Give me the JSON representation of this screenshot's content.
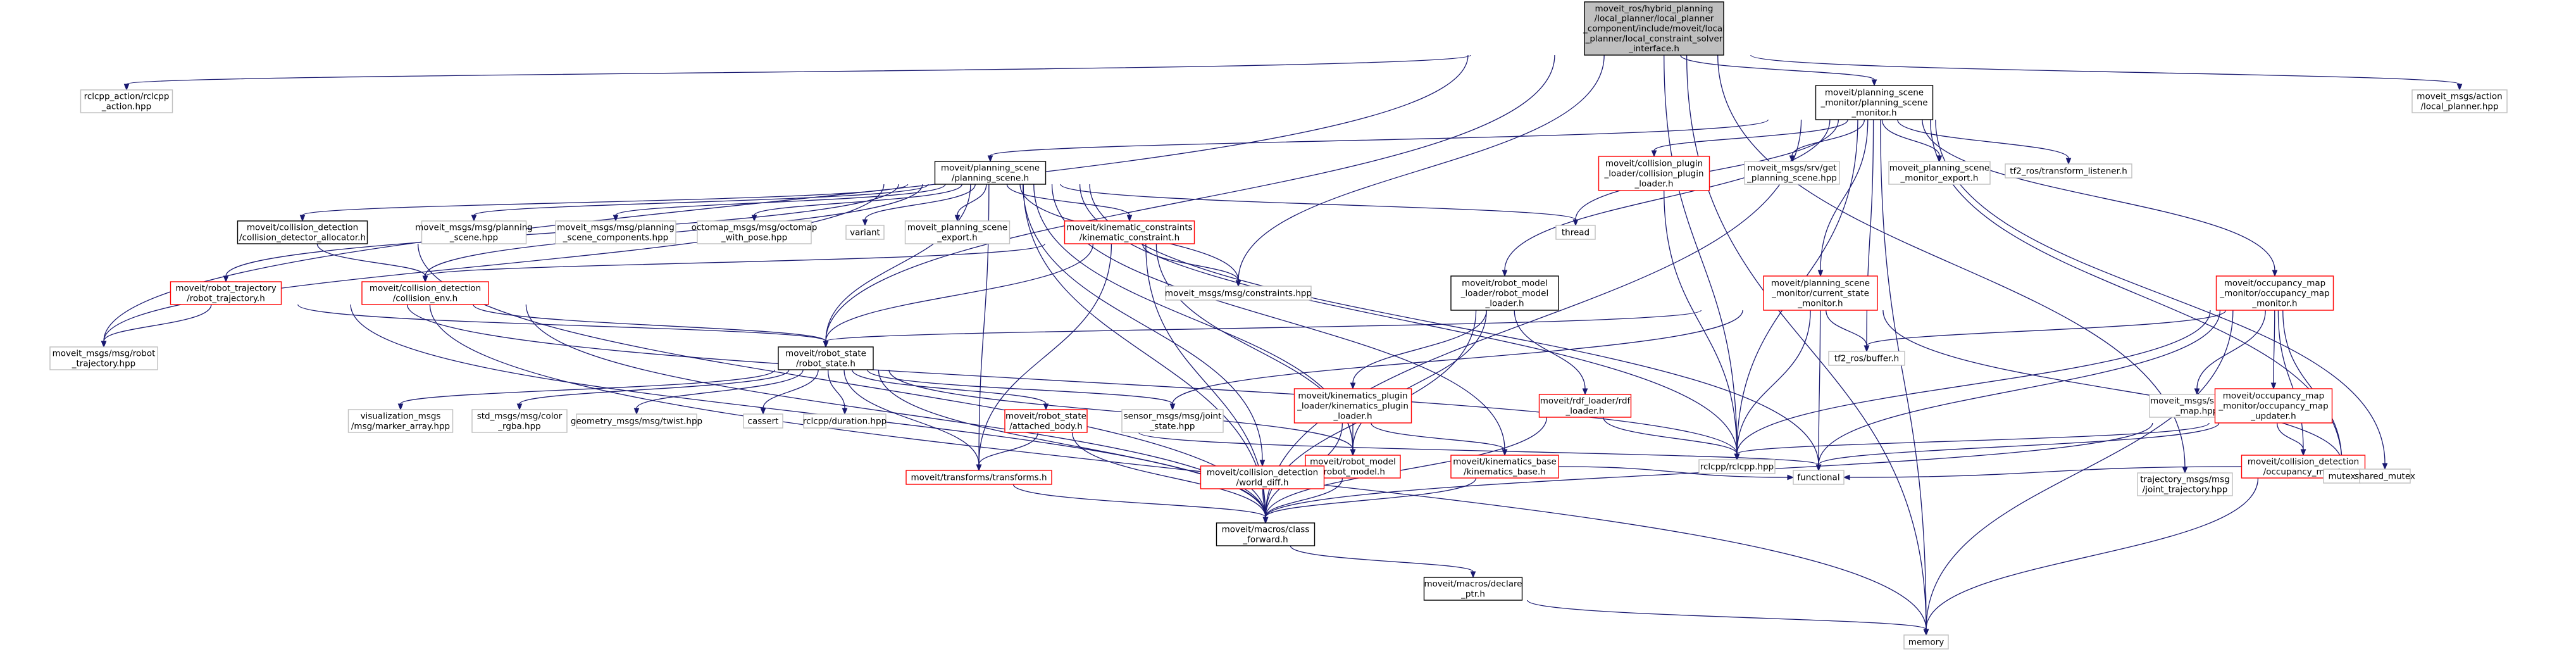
{
  "colors": {
    "background": "#ffffff",
    "edge": "#191970",
    "root_fill": "#bfbfbf",
    "root_border": "#000000",
    "documented_border": "#000000",
    "has_graph_border": "#ff0000",
    "external_border": "#bfbfbf",
    "text": "#000000"
  },
  "nodes": [
    {
      "id": "root",
      "kind": "root",
      "lines": [
        "moveit_ros/hybrid_planning",
        "/local_planner/local_planner",
        "_component/include/moveit/local",
        "_planner/local_constraint_solver",
        "_interface.h"
      ]
    },
    {
      "id": "rclcpp_action",
      "kind": "external",
      "lines": [
        "rclcpp_action/rclcpp",
        "_action.hpp"
      ]
    },
    {
      "id": "psm",
      "kind": "documented",
      "lines": [
        "moveit/planning_scene",
        "_monitor/planning_scene",
        "_monitor.h"
      ]
    },
    {
      "id": "ml_action",
      "kind": "external",
      "lines": [
        "moveit_msgs/action",
        "/local_planner.hpp"
      ]
    },
    {
      "id": "ps",
      "kind": "documented",
      "lines": [
        "moveit/planning_scene",
        "/planning_scene.h"
      ]
    },
    {
      "id": "cpl",
      "kind": "has_graph",
      "lines": [
        "moveit/collision_plugin",
        "_loader/collision_plugin",
        "_loader.h"
      ]
    },
    {
      "id": "srv_gps",
      "kind": "external",
      "lines": [
        "moveit_msgs/srv/get",
        "_planning_scene.hpp"
      ]
    },
    {
      "id": "psm_export",
      "kind": "external",
      "lines": [
        "moveit_planning_scene",
        "_monitor_export.h"
      ]
    },
    {
      "id": "tf2_listener",
      "kind": "external",
      "lines": [
        "tf2_ros/transform_listener.h"
      ]
    },
    {
      "id": "cda",
      "kind": "documented",
      "lines": [
        "moveit/collision_detection",
        "/collision_detector_allocator.h"
      ]
    },
    {
      "id": "msg_ps",
      "kind": "external",
      "lines": [
        "moveit_msgs/msg/planning",
        "_scene.hpp"
      ]
    },
    {
      "id": "msg_psc",
      "kind": "external",
      "lines": [
        "moveit_msgs/msg/planning",
        "_scene_components.hpp"
      ]
    },
    {
      "id": "octomap",
      "kind": "external",
      "lines": [
        "octomap_msgs/msg/octomap",
        "_with_pose.hpp"
      ]
    },
    {
      "id": "variant",
      "kind": "external",
      "lines": [
        "variant"
      ]
    },
    {
      "id": "ps_export",
      "kind": "external",
      "lines": [
        "moveit_planning_scene",
        "_export.h"
      ]
    },
    {
      "id": "kc",
      "kind": "has_graph",
      "lines": [
        "moveit/kinematic_constraints",
        "/kinematic_constraint.h"
      ]
    },
    {
      "id": "thread",
      "kind": "external",
      "lines": [
        "thread"
      ]
    },
    {
      "id": "rt",
      "kind": "has_graph",
      "lines": [
        "moveit/robot_trajectory",
        "/robot_trajectory.h"
      ]
    },
    {
      "id": "ce",
      "kind": "has_graph",
      "lines": [
        "moveit/collision_detection",
        "/collision_env.h"
      ]
    },
    {
      "id": "constraints",
      "kind": "external",
      "lines": [
        "moveit_msgs/msg/constraints.hpp"
      ]
    },
    {
      "id": "rml",
      "kind": "documented",
      "lines": [
        "moveit/robot_model",
        "_loader/robot_model",
        "_loader.h"
      ]
    },
    {
      "id": "css",
      "kind": "has_graph",
      "lines": [
        "moveit/planning_scene",
        "_monitor/current_state",
        "_monitor.h"
      ]
    },
    {
      "id": "om",
      "kind": "has_graph",
      "lines": [
        "moveit/occupancy_map",
        "_monitor/occupancy_map",
        "_monitor.h"
      ]
    },
    {
      "id": "msg_rt",
      "kind": "external",
      "lines": [
        "moveit_msgs/msg/robot",
        "_trajectory.hpp"
      ]
    },
    {
      "id": "rs",
      "kind": "documented",
      "lines": [
        "moveit/robot_state",
        "/robot_state.h"
      ]
    },
    {
      "id": "kpl",
      "kind": "has_graph",
      "lines": [
        "moveit/kinematics_plugin",
        "_loader/kinematics_plugin",
        "_loader.h"
      ]
    },
    {
      "id": "rdf",
      "kind": "has_graph",
      "lines": [
        "moveit/rdf_loader/rdf",
        "_loader.h"
      ]
    },
    {
      "id": "tf2_buffer",
      "kind": "external",
      "lines": [
        "tf2_ros/buffer.h"
      ]
    },
    {
      "id": "srv_load",
      "kind": "external",
      "lines": [
        "moveit_msgs/srv/load",
        "_map.hpp"
      ]
    },
    {
      "id": "omu",
      "kind": "has_graph",
      "lines": [
        "moveit/occupancy_map",
        "_monitor/occupancy_map",
        "_updater.h"
      ]
    },
    {
      "id": "marker",
      "kind": "external",
      "lines": [
        "visualization_msgs",
        "/msg/marker_array.hpp"
      ]
    },
    {
      "id": "color",
      "kind": "external",
      "lines": [
        "std_msgs/msg/color",
        "_rgba.hpp"
      ]
    },
    {
      "id": "twist",
      "kind": "external",
      "lines": [
        "geometry_msgs/msg/twist.hpp"
      ]
    },
    {
      "id": "cassert",
      "kind": "external",
      "lines": [
        "cassert"
      ]
    },
    {
      "id": "duration",
      "kind": "external",
      "lines": [
        "rclcpp/duration.hpp"
      ]
    },
    {
      "id": "rsab",
      "kind": "has_graph",
      "lines": [
        "moveit/robot_state",
        "/attached_body.h"
      ]
    },
    {
      "id": "joint_state",
      "kind": "external",
      "lines": [
        "sensor_msgs/msg/joint",
        "_state.hpp"
      ]
    },
    {
      "id": "rm",
      "kind": "has_graph",
      "lines": [
        "moveit/robot_model",
        "/robot_model.h"
      ]
    },
    {
      "id": "kb",
      "kind": "has_graph",
      "lines": [
        "moveit/kinematics_base",
        "/kinematics_base.h"
      ]
    },
    {
      "id": "rclcpp",
      "kind": "external",
      "lines": [
        "rclcpp/rclcpp.hpp"
      ]
    },
    {
      "id": "occmap",
      "kind": "has_graph",
      "lines": [
        "moveit/collision_detection",
        "/occupancy_map.h"
      ]
    },
    {
      "id": "transforms",
      "kind": "has_graph",
      "lines": [
        "moveit/transforms/transforms.h"
      ]
    },
    {
      "id": "wd",
      "kind": "has_graph",
      "lines": [
        "moveit/collision_detection",
        "/world_diff.h"
      ]
    },
    {
      "id": "functional",
      "kind": "external",
      "lines": [
        "functional"
      ]
    },
    {
      "id": "jt",
      "kind": "external",
      "lines": [
        "trajectory_msgs/msg",
        "/joint_trajectory.hpp"
      ]
    },
    {
      "id": "mutex",
      "kind": "external",
      "lines": [
        "mutex"
      ]
    },
    {
      "id": "shared_mutex",
      "kind": "external",
      "lines": [
        "shared_mutex"
      ]
    },
    {
      "id": "cf",
      "kind": "documented",
      "lines": [
        "moveit/macros/class",
        "_forward.h"
      ]
    },
    {
      "id": "dp",
      "kind": "documented",
      "lines": [
        "moveit/macros/declare",
        "_ptr.h"
      ]
    },
    {
      "id": "memory",
      "kind": "external",
      "lines": [
        "memory"
      ]
    }
  ],
  "edges": [
    [
      "root",
      "rclcpp_action"
    ],
    [
      "root",
      "psm"
    ],
    [
      "root",
      "ml_action"
    ],
    [
      "root",
      "constraints"
    ],
    [
      "root",
      "msg_rt"
    ],
    [
      "root",
      "rs"
    ],
    [
      "root",
      "rclcpp"
    ],
    [
      "root",
      "jt"
    ],
    [
      "root",
      "memory"
    ],
    [
      "psm",
      "ps"
    ],
    [
      "psm",
      "cpl"
    ],
    [
      "psm",
      "srv_gps"
    ],
    [
      "psm",
      "psm_export"
    ],
    [
      "psm",
      "tf2_listener"
    ],
    [
      "psm",
      "thread"
    ],
    [
      "psm",
      "rml"
    ],
    [
      "psm",
      "css"
    ],
    [
      "psm",
      "om"
    ],
    [
      "psm",
      "rclcpp"
    ],
    [
      "psm",
      "tf2_buffer"
    ],
    [
      "psm",
      "mutex"
    ],
    [
      "psm",
      "shared_mutex"
    ],
    [
      "psm",
      "memory"
    ],
    [
      "psm",
      "cf"
    ],
    [
      "ps",
      "cda"
    ],
    [
      "ps",
      "msg_ps"
    ],
    [
      "ps",
      "msg_psc"
    ],
    [
      "ps",
      "octomap"
    ],
    [
      "ps",
      "variant"
    ],
    [
      "ps",
      "ps_export"
    ],
    [
      "ps",
      "kc"
    ],
    [
      "ps",
      "thread"
    ],
    [
      "ps",
      "rt"
    ],
    [
      "ps",
      "ce"
    ],
    [
      "ps",
      "constraints"
    ],
    [
      "ps",
      "msg_rt"
    ],
    [
      "ps",
      "rs"
    ],
    [
      "ps",
      "rm"
    ],
    [
      "ps",
      "transforms"
    ],
    [
      "ps",
      "kb"
    ],
    [
      "ps",
      "wd"
    ],
    [
      "ps",
      "rclcpp"
    ],
    [
      "ps",
      "functional"
    ],
    [
      "ps",
      "cf"
    ],
    [
      "cpl",
      "rclcpp"
    ],
    [
      "cda",
      "ce"
    ],
    [
      "cda",
      "cf"
    ],
    [
      "kc",
      "constraints"
    ],
    [
      "kc",
      "ce"
    ],
    [
      "kc",
      "rs"
    ],
    [
      "kc",
      "rm"
    ],
    [
      "kc",
      "transforms"
    ],
    [
      "kc",
      "cf"
    ],
    [
      "rt",
      "msg_rt"
    ],
    [
      "rt",
      "rs"
    ],
    [
      "rt",
      "rclcpp"
    ],
    [
      "rt",
      "memory"
    ],
    [
      "rt",
      "cf"
    ],
    [
      "ce",
      "rs"
    ],
    [
      "ce",
      "cf"
    ],
    [
      "rml",
      "kpl"
    ],
    [
      "rml",
      "rdf"
    ],
    [
      "rml",
      "rm"
    ],
    [
      "rml",
      "cf"
    ],
    [
      "css",
      "rs"
    ],
    [
      "css",
      "tf2_buffer"
    ],
    [
      "css",
      "joint_state"
    ],
    [
      "css",
      "rclcpp"
    ],
    [
      "css",
      "functional"
    ],
    [
      "css",
      "mutex"
    ],
    [
      "om",
      "omu"
    ],
    [
      "om",
      "srv_load"
    ],
    [
      "om",
      "tf2_buffer"
    ],
    [
      "om",
      "rclcpp"
    ],
    [
      "om",
      "functional"
    ],
    [
      "om",
      "mutex"
    ],
    [
      "om",
      "occmap"
    ],
    [
      "om",
      "memory"
    ],
    [
      "rs",
      "marker"
    ],
    [
      "rs",
      "color"
    ],
    [
      "rs",
      "twist"
    ],
    [
      "rs",
      "cassert"
    ],
    [
      "rs",
      "duration"
    ],
    [
      "rs",
      "rsab"
    ],
    [
      "rs",
      "joint_state"
    ],
    [
      "rs",
      "rm"
    ],
    [
      "rs",
      "transforms"
    ],
    [
      "rs",
      "cf"
    ],
    [
      "kpl",
      "rm"
    ],
    [
      "kpl",
      "kb"
    ],
    [
      "kpl",
      "cf"
    ],
    [
      "rdf",
      "rclcpp"
    ],
    [
      "rdf",
      "cf"
    ],
    [
      "omu",
      "rclcpp"
    ],
    [
      "omu",
      "occmap"
    ],
    [
      "omu",
      "functional"
    ],
    [
      "omu",
      "cf"
    ],
    [
      "rsab",
      "transforms"
    ],
    [
      "rsab",
      "functional"
    ],
    [
      "rsab",
      "cf"
    ],
    [
      "rm",
      "cf"
    ],
    [
      "kb",
      "functional"
    ],
    [
      "kb",
      "cf"
    ],
    [
      "occmap",
      "functional"
    ],
    [
      "occmap",
      "mutex"
    ],
    [
      "occmap",
      "shared_mutex"
    ],
    [
      "occmap",
      "memory"
    ],
    [
      "transforms",
      "cf"
    ],
    [
      "wd",
      "cf"
    ],
    [
      "cf",
      "dp"
    ],
    [
      "dp",
      "memory"
    ]
  ]
}
